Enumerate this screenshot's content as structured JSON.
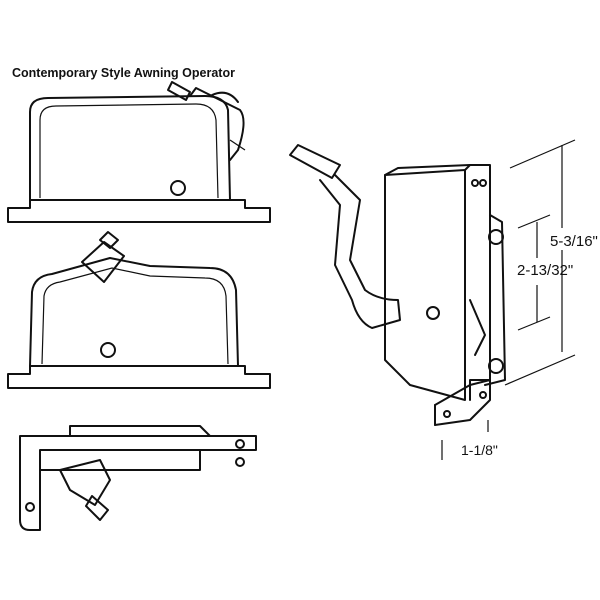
{
  "title": "Contemporary Style Awning Operator",
  "dimensions": {
    "height_overall": "5-3/16\"",
    "hole_spacing": "2-13/32\"",
    "width": "1-1/8\""
  }
}
